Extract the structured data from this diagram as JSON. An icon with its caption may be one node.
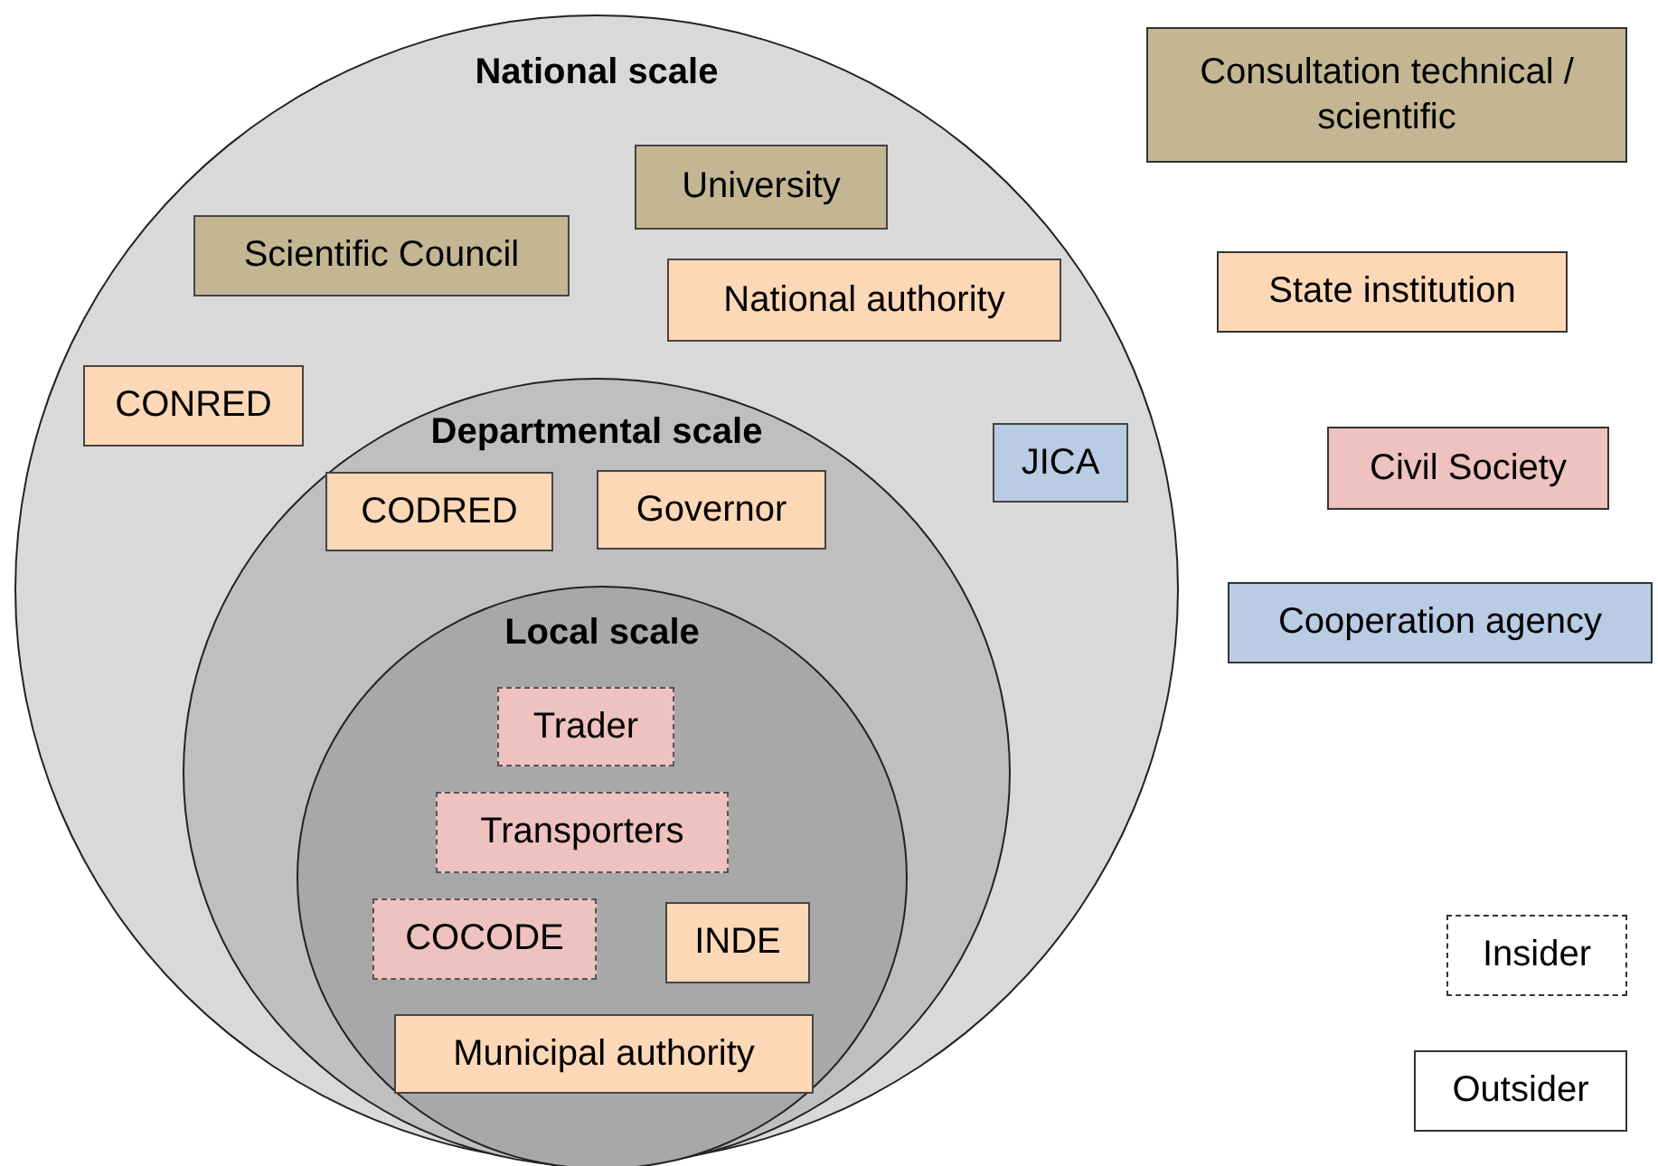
{
  "diagram": {
    "nodes": [
      {
        "text": [
          "National scale"
        ]
      },
      {
        "text": [
          "University"
        ],
        "in": 0
      },
      {
        "text": [
          "Scientific Council"
        ],
        "in": 0
      },
      {
        "text": [
          "National authority"
        ],
        "in": 0
      },
      {
        "text": [
          "CONRED"
        ],
        "in": 0
      },
      {
        "text": [
          "Departmental scale"
        ],
        "in": 0
      },
      {
        "text": [
          "CODRED"
        ],
        "in": 5
      },
      {
        "text": [
          "Governor"
        ],
        "in": 5
      },
      {
        "text": [
          "JICA"
        ],
        "in": 0
      },
      {
        "text": [
          "Local scale"
        ],
        "in": 5
      },
      {
        "text": [
          "Trader"
        ],
        "in": 9
      },
      {
        "text": [
          "Transporters"
        ],
        "in": 9
      },
      {
        "text": [
          "COCODE"
        ],
        "in": 9
      },
      {
        "text": [
          "INDE"
        ],
        "in": 9
      },
      {
        "text": [
          "Municipal authority"
        ],
        "in": 9
      }
    ],
    "legend": [
      {
        "text": "Consultation technical / scientific",
        "color": "#c4b693"
      },
      {
        "text": "State institution",
        "color": "#fdd8b6"
      },
      {
        "text": "Civil Society",
        "color": "#eec2be"
      },
      {
        "text": "Cooperation agency",
        "color": "#b9cce4"
      },
      {
        "text": "Insider"
      },
      {
        "text": "Outsider"
      }
    ]
  }
}
